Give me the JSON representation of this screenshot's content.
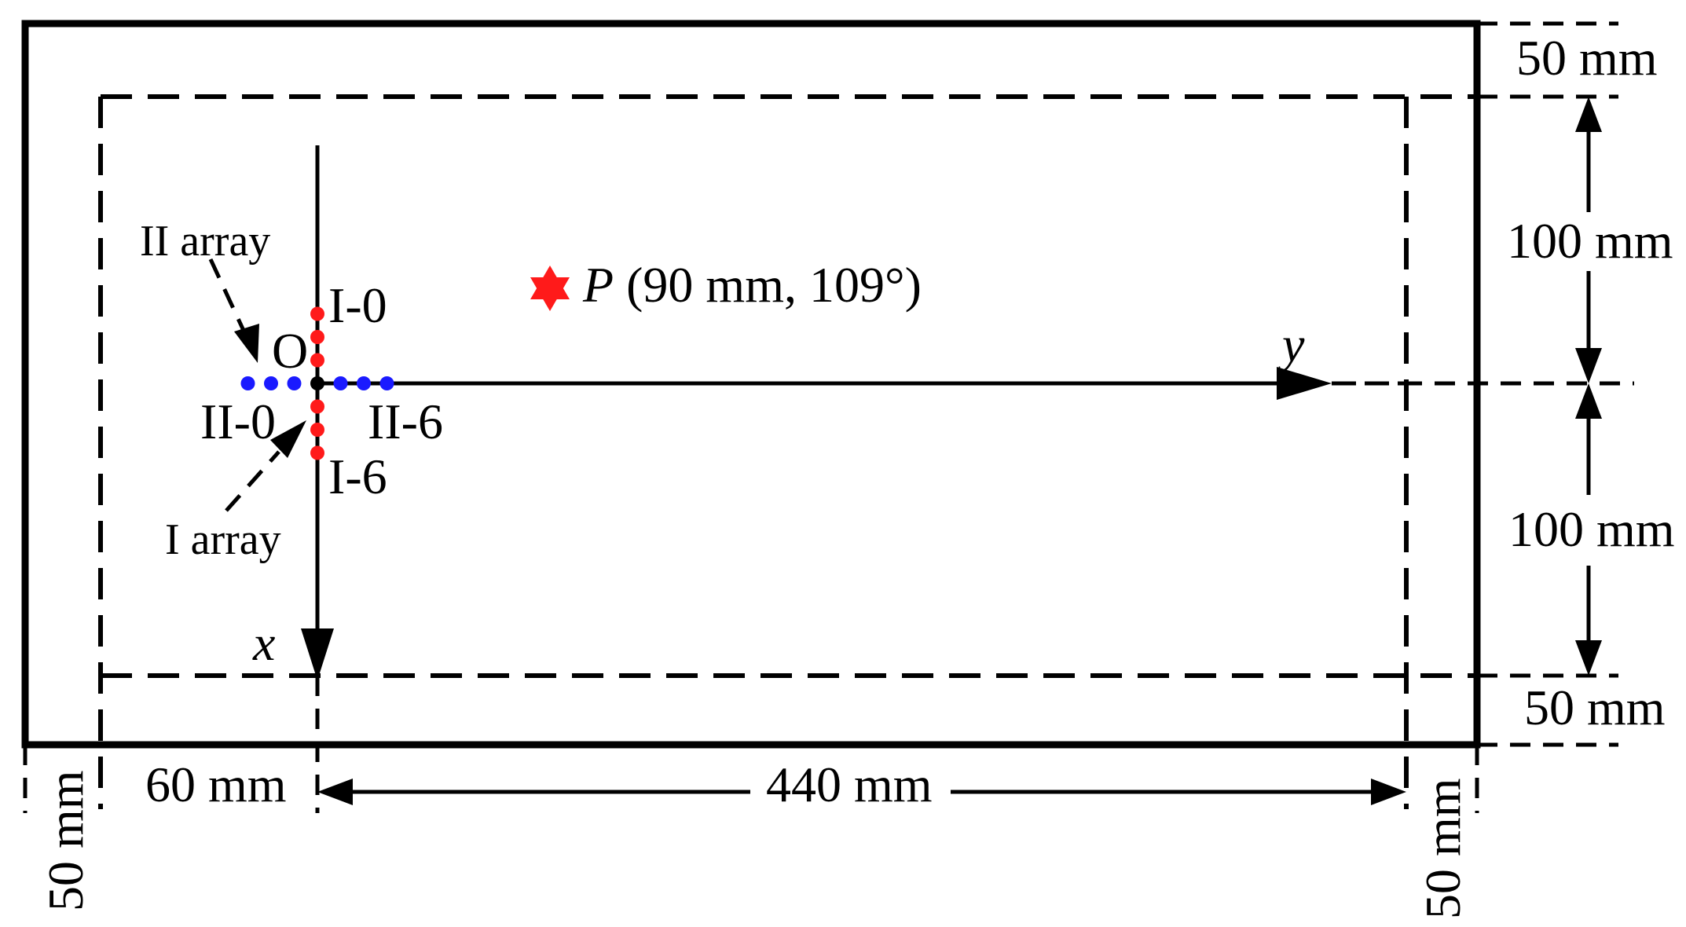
{
  "labels": {
    "dim_top": "50 mm",
    "dim_upper": "100 mm",
    "dim_lower": "100 mm",
    "dim_bottom": "50 mm",
    "dim_left_margin": "50 mm",
    "dim_left_offset": "60 mm",
    "dim_length": "440 mm",
    "dim_right_margin": "50 mm",
    "axis_y": "y",
    "axis_x": "x",
    "origin": "O",
    "array_ii": "II array",
    "array_i": "I array",
    "sensor_i0": "I-0",
    "sensor_i6": "I-6",
    "sensor_ii0": "II-0",
    "sensor_ii6": "II-6",
    "source_symbol": "P",
    "source_coords": " (90 mm, 109°)"
  },
  "colors": {
    "array_i": "#ff1a1a",
    "array_ii": "#1a1aff",
    "source": "#ff1a1a",
    "line": "#000000"
  }
}
